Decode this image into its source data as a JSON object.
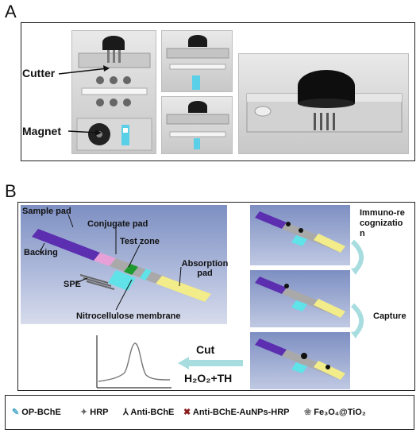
{
  "panels": {
    "a": "A",
    "b": "B"
  },
  "panel_a": {
    "cutter_label": "Cutter",
    "magnet_label": "Magnet"
  },
  "panel_b": {
    "sample_pad": "Sample pad",
    "conjugate_pad": "Conjugate pad",
    "test_zone": "Test zone",
    "backing": "Backing",
    "absorption_pad": "Absorption pad",
    "spe": "SPE",
    "nitrocellulose": "Nitrocellulose membrane",
    "immuno": "Immuno-recognization",
    "capture": "Capture",
    "cut": "Cut",
    "reagent": "H₂O₂+TH"
  },
  "legend": [
    {
      "icon": "op-bche-icon",
      "label": "OP-BChE"
    },
    {
      "icon": "hrp-icon",
      "label": "HRP"
    },
    {
      "icon": "anti-bche-icon",
      "label": "Anti-BChE"
    },
    {
      "icon": "anti-bche-aunps-hrp-icon",
      "label": "Anti-BChE-AuNPs-HRP"
    },
    {
      "icon": "fe3o4-tio2-icon",
      "label": "Fe₃O₄@TiO₂"
    }
  ],
  "colors": {
    "purple": "#5b2fb0",
    "pink": "#e8a0d8",
    "cyan": "#5fe3e8",
    "green": "#1f9a2f",
    "gray": "#a9a9a9",
    "yellow": "#f2ec8a",
    "arrow": "#a8dde0"
  }
}
